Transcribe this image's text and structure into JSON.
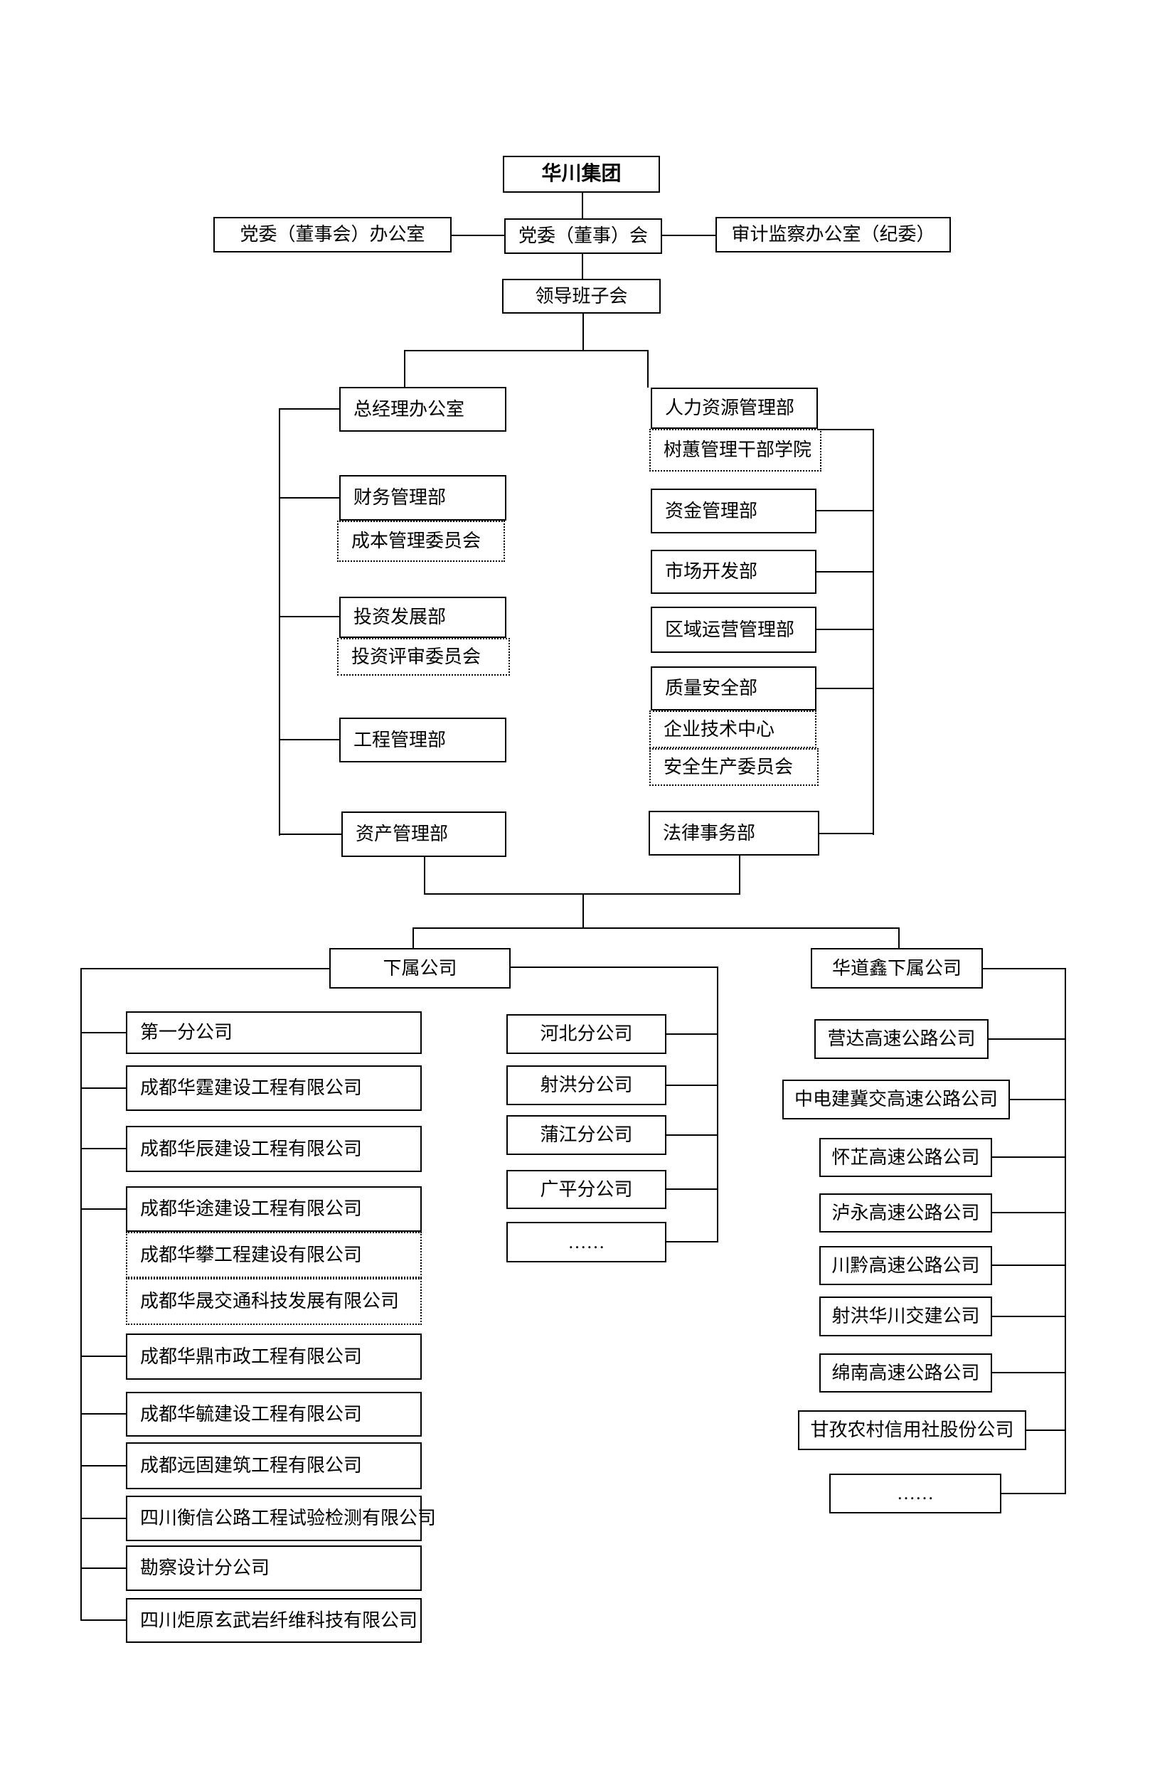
{
  "org": {
    "line_color": "#000000",
    "root": "华川集团",
    "governance": {
      "party_office": "党委（董事会）办公室",
      "party_committee": "党委（董事）会",
      "audit_office": "审计监察办公室（纪委）",
      "leadership": "领导班子会"
    },
    "left_departments": [
      "总经理办公室",
      "财务管理部",
      "成本管理委员会",
      "投资发展部",
      "投资评审委员会",
      "工程管理部",
      "资产管理部"
    ],
    "right_departments": [
      "人力资源管理部",
      "树蕙管理干部学院",
      "资金管理部",
      "市场开发部",
      "区域运营管理部",
      "质量安全部",
      "企业技术中心",
      "安全生产委员会",
      "法律事务部"
    ],
    "subsidiaries": {
      "header": "下属公司",
      "left_column": [
        "第一分公司",
        "成都华霆建设工程有限公司",
        "成都华辰建设工程有限公司",
        "成都华途建设工程有限公司",
        "成都华攀工程建设有限公司",
        "成都华晟交通科技发展有限公司",
        "成都华鼎市政工程有限公司",
        "成都华毓建设工程有限公司",
        "成都远固建筑工程有限公司",
        "四川衡信公路工程试验检测有限公司",
        "勘察设计分公司",
        "四川炬原玄武岩纤维科技有限公司"
      ],
      "branch_column": [
        "河北分公司",
        "射洪分公司",
        "蒲江分公司",
        "广平分公司",
        "……"
      ]
    },
    "huadaoxin": {
      "header": "华道鑫下属公司",
      "companies": [
        "营达高速公路公司",
        "中电建冀交高速公路公司",
        "怀芷高速公路公司",
        "泸永高速公路公司",
        "川黔高速公路公司",
        "射洪华川交建公司",
        "绵南高速公路公司",
        "甘孜农村信用社股份公司",
        "……"
      ]
    }
  }
}
